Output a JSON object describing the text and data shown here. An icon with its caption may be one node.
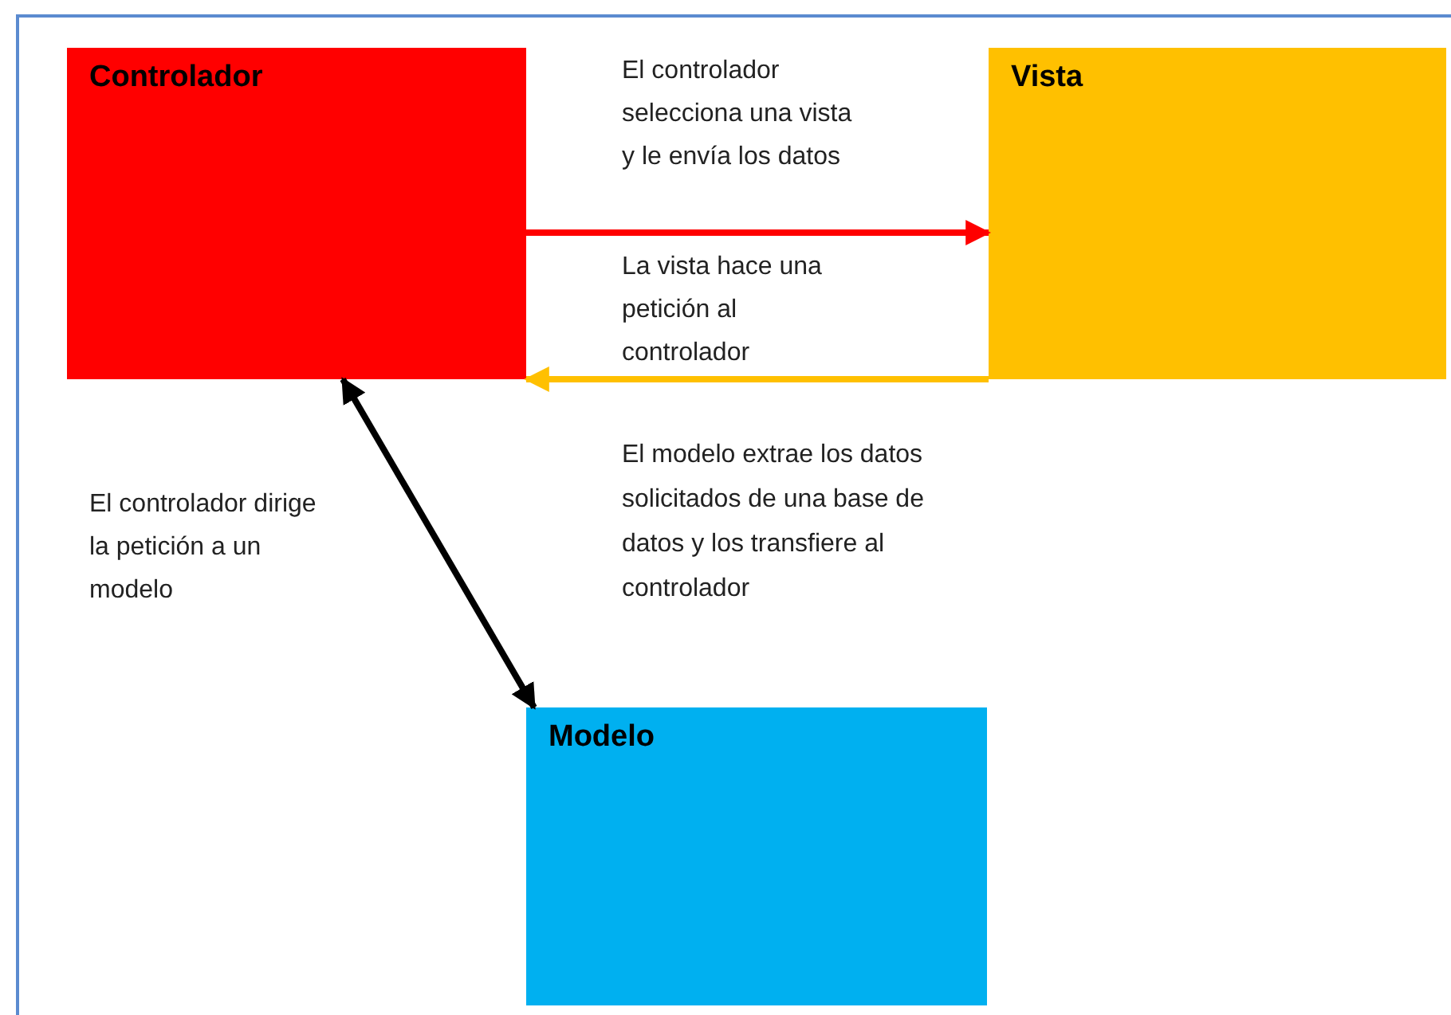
{
  "diagram": {
    "nodes": [
      {
        "text": [
          "Controlador"
        ]
      },
      {
        "text": [
          "Vista"
        ]
      },
      {
        "text": [
          "Modelo"
        ]
      }
    ],
    "edges": [
      {
        "from": 0,
        "to": 1,
        "arrow": "to",
        "label": "El controlador selecciona una vista y le envía los datos",
        "color": "#ff0000"
      },
      {
        "from": 1,
        "to": 0,
        "arrow": "to",
        "label": "La vista hace una petición al controlador",
        "color": "#ffc000"
      },
      {
        "from": 0,
        "to": 2,
        "arrow": "both",
        "label": "El controlador dirige la petición a un modelo",
        "color": "#000000"
      }
    ],
    "labels": [
      "El modelo extrae los datos solicitados de una base de datos y los transfiere al controlador"
    ]
  }
}
